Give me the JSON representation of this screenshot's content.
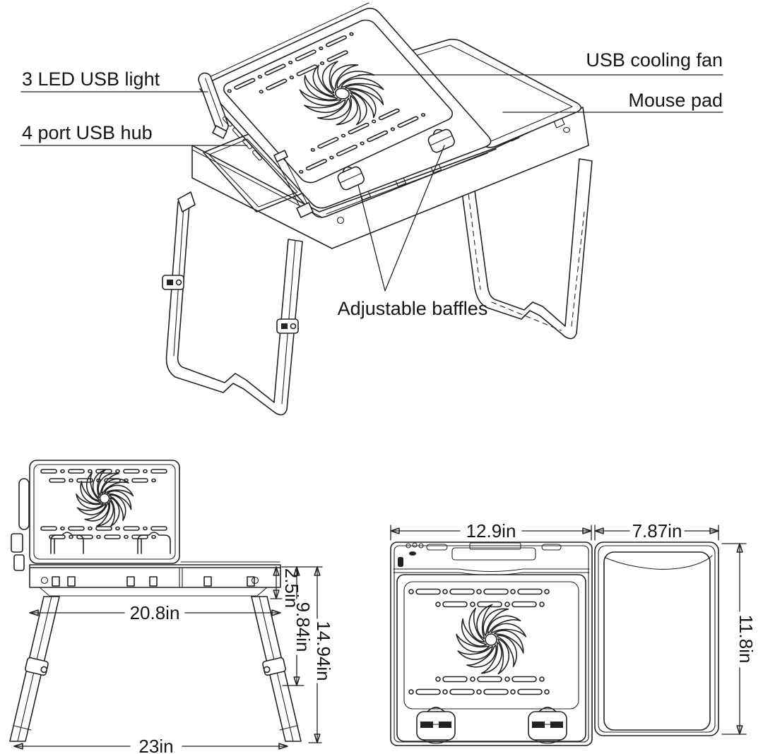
{
  "diagram": {
    "callouts": {
      "led_light": "3 LED USB light",
      "usb_hub": "4 port USB hub",
      "cooling_fan": "USB cooling fan",
      "mouse_pad": "Mouse pad",
      "adjustable_baffles": "Adjustable baffles"
    },
    "front_view": {
      "dimensions": {
        "table_width": "20.8in",
        "apron_height": "2.5in",
        "folded_leg_height": "9.84in",
        "total_height": "14.94in",
        "overall_width": "23in"
      }
    },
    "top_view": {
      "dimensions": {
        "table_top_width": "12.9in",
        "mouse_pad_width": "7.87in",
        "depth": "11.8in"
      }
    },
    "colors": {
      "line": "#222222",
      "background": "#ffffff"
    }
  }
}
